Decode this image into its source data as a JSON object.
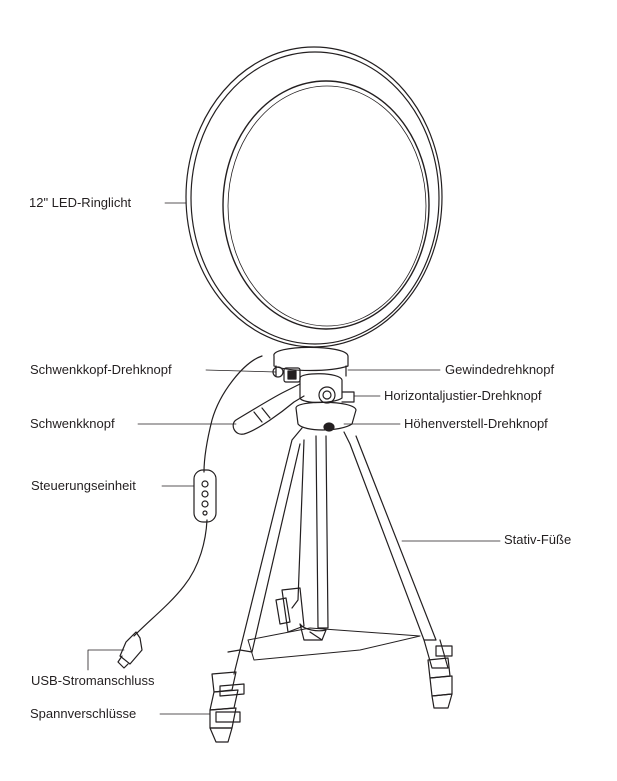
{
  "labels": {
    "ring_light": "12\" LED-Ringlicht",
    "swivel_head_knob": "Schwenkkopf-Drehknopf",
    "swivel_knob": "Schwenkknopf",
    "control_unit": "Steuerungseinheit",
    "usb_power": "USB-Stromanschluss",
    "clamp_locks": "Spannverschlüsse",
    "thread_knob": "Gewindedrehknopf",
    "horizontal_knob": "Horizontaljustier-Drehknopf",
    "height_knob": "Höhenverstell-Drehknopf",
    "tripod_legs": "Stativ-Füße"
  },
  "colors": {
    "line": "#231f20",
    "background": "#ffffff"
  }
}
